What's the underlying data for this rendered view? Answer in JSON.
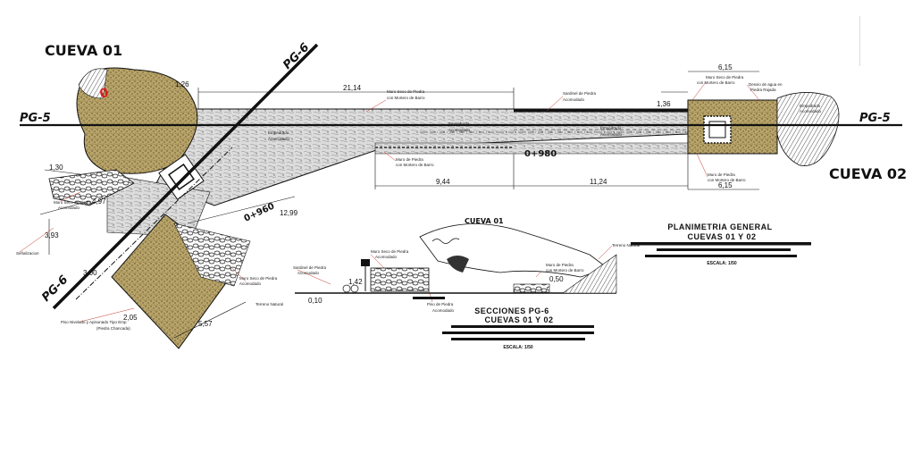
{
  "cave_labels": {
    "cave1": "CUEVA 01",
    "cave2": "CUEVA 02",
    "section_cave": "CUEVA 01"
  },
  "axis_labels": {
    "pg5": "PG-5",
    "pg6": "PG-6"
  },
  "chainage": {
    "station_a": "0+980",
    "station_b": "0+960"
  },
  "dimensions": {
    "d_1_26": "1,26",
    "d_21_14": "21,14",
    "d_6_15_top": "6,15",
    "d_1_36": "1,36",
    "d_9_44": "9,44",
    "d_11_24": "11,24",
    "d_6_15_bottom": "6,15",
    "d_1_30": "1,30",
    "d_4_97": "4,97",
    "d_3_93": "3,93",
    "d_12_99": "12,99",
    "d_3_00": "3,00",
    "d_2_05": "2,05",
    "d_5_57": "5,57",
    "d_1_42": "1,42",
    "d_0_10": "0,10",
    "d_0_50": "0,50"
  },
  "notes": {
    "muro_seco_1": "Muro Seco de Piedra",
    "con_mortero": "con Mortero de Barro",
    "sardinel_1": "Sardinel de Piedra",
    "acomodado_1": "Acomodado",
    "muro_seco_top": "Muro Seco de Piedra",
    "con_mortero_top": "con Mortero de Barro",
    "desvio": "Desvio de agua en",
    "piedra_rajada": "Piedra Rajada",
    "empedrado_1": "Empedrado",
    "acomodado_center": "Acomodado",
    "empedrado_2": "Empedrado",
    "acomodado_right": "Acomodado",
    "muro_piedra_bottom": "Muro de Piedra",
    "con_mortero_bottom": "con Mortero de Barro",
    "muro_piedra_right": "Muro de Piedra",
    "con_mortero_right": "con Mortero de Barro",
    "muro_seco_left": "Muro Seco de Piedra",
    "acomodado_left": "Acomodado",
    "senalizacion": "Señalizacion",
    "muro_seco_low": "Muro Seco de Piedra",
    "acomodado_low": "Acomodado",
    "piso_nivelado": "Piso Nivelado y Apisonado Tipo Emp",
    "piedra_chancada": "(Piedra Chancada)",
    "terreno_natural": "Terreno Natural",
    "sardinel_2": "Sardinel de Piedra",
    "acomodado_2": "Acomodado",
    "muro_seco_sec": "Muro Seco de Piedra",
    "acomodado_sec": "Acomodado",
    "piso_piedra": "Piso de Piedra",
    "acomodado_sec2": "Acomodado",
    "muro_piedra_sec": "Muro de Piedra",
    "con_mortero_sec": "con Mortero de Barro",
    "terreno_natural_2": "Terreno Natural",
    "empedrado_right_cave": "Empedrado",
    "acomodado_right_cave": "Acomodado",
    "empedrado_pg6": "Empedrado",
    "acomodado_pg6": "Acomodado"
  },
  "title_planimetria": {
    "line1": "PLANIMETRIA GENERAL",
    "line2": "CUEVAS 01 Y 02",
    "scale": "ESCALA: 1/50"
  },
  "title_secciones": {
    "line1": "SECCIONES PG-6",
    "line2": "CUEVAS 01 Y 02",
    "scale": "ESCALA: 1/50"
  },
  "colors": {
    "ink": "#111111",
    "cave_fill": "#b8a46a",
    "cave_speckle": "#5a4a1a",
    "paving": "#d6d6d6",
    "rock_dark": "#444444",
    "leader_red": "#c0392b",
    "mark_red": "#d62020"
  }
}
